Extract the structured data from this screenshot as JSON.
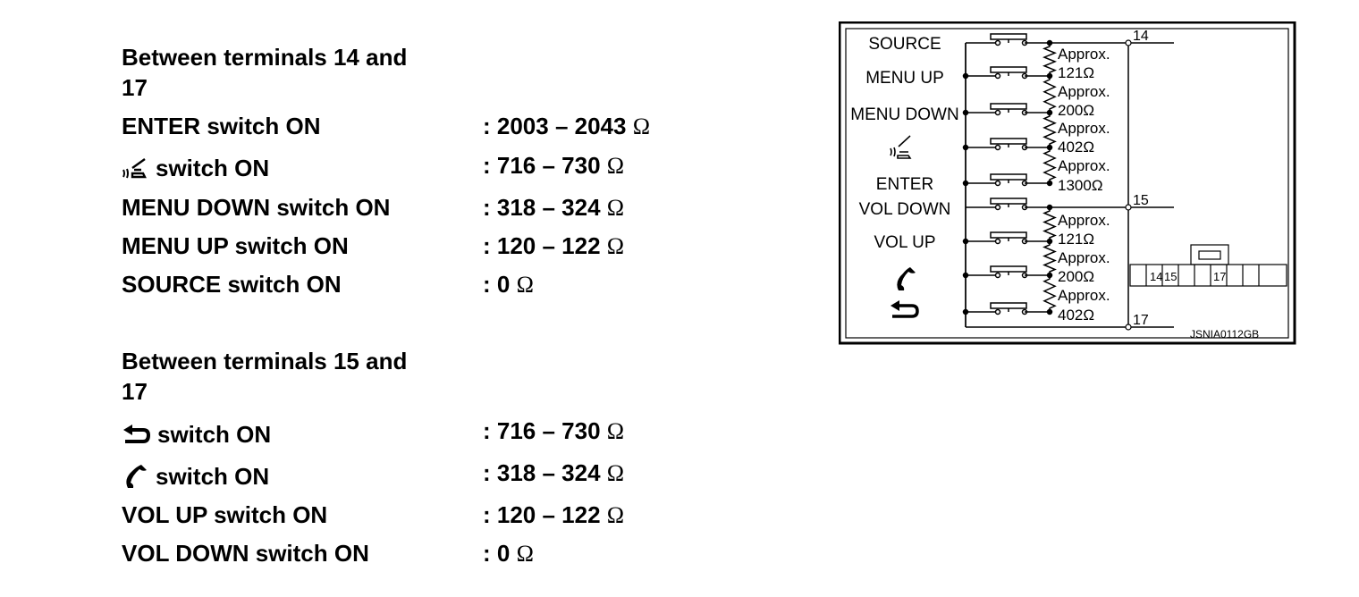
{
  "group1": {
    "heading_line1": "Between terminals 14 and",
    "heading_line2": "17",
    "rows": [
      {
        "label": "ENTER switch ON",
        "value": ": 2003 – 2043 ",
        "unit": "Ω"
      },
      {
        "icon": "voice-icon",
        "label": "switch ON",
        "value": ": 716 – 730 ",
        "unit": "Ω"
      },
      {
        "label": "MENU DOWN switch ON",
        "value": ": 318 – 324 ",
        "unit": "Ω"
      },
      {
        "label": "MENU UP switch ON",
        "value": ": 120 – 122 ",
        "unit": "Ω"
      },
      {
        "label": "SOURCE switch ON",
        "value": ": 0 ",
        "unit": "Ω"
      }
    ]
  },
  "group2": {
    "heading_line1": "Between terminals 15 and",
    "heading_line2": "17",
    "rows": [
      {
        "icon": "back-arrow-icon",
        "label": "switch ON",
        "value": ": 716 – 730 ",
        "unit": "Ω"
      },
      {
        "icon": "phone-icon",
        "label": "switch ON",
        "value": ": 318 – 324 ",
        "unit": "Ω"
      },
      {
        "label": "VOL UP switch ON",
        "value": ": 120 – 122 ",
        "unit": "Ω"
      },
      {
        "label": "VOL DOWN switch ON",
        "value": ": 0 ",
        "unit": "Ω"
      }
    ]
  },
  "diagram": {
    "switches": [
      "SOURCE",
      "MENU UP",
      "MENU DOWN",
      "ENTER",
      "VOL DOWN",
      "VOL UP"
    ],
    "terminals": [
      "14",
      "15",
      "17"
    ],
    "resistors": [
      "Approx.",
      "121Ω",
      "Approx.",
      "200Ω",
      "Approx.",
      "402Ω",
      "Approx.",
      "1300Ω",
      "Approx.",
      "121Ω",
      "Approx.",
      "200Ω",
      "Approx.",
      "402Ω"
    ],
    "connector_pins": [
      "14",
      "15",
      "17"
    ],
    "code": "JSNIA0112GB"
  }
}
